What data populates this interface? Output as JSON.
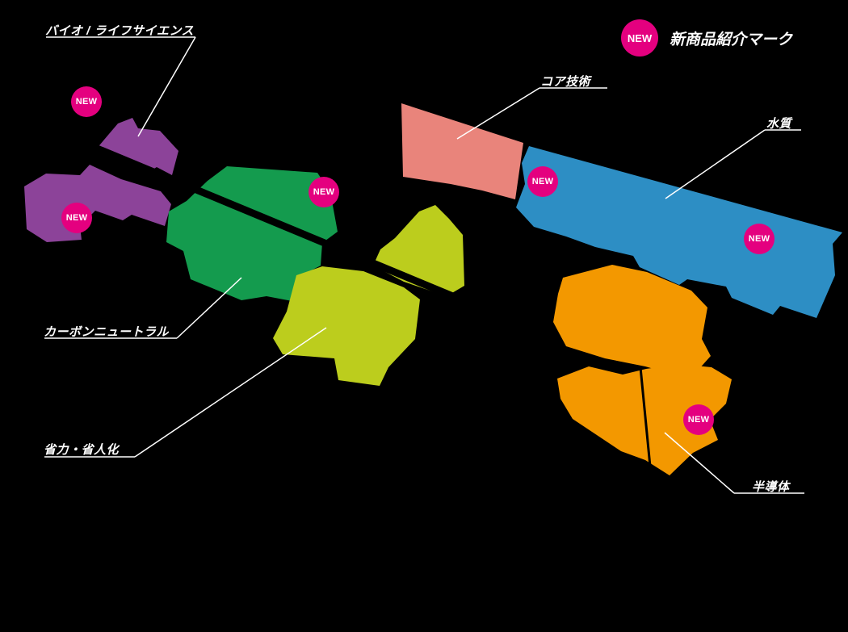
{
  "legend": {
    "badge_text": "NEW",
    "label": "新商品紹介マーク"
  },
  "new_badge_text": "NEW",
  "new_badge_zones": [
    "bio",
    "bio",
    "carbon",
    "water",
    "water",
    "semi"
  ],
  "colors": {
    "background": "#000000",
    "badge": "#e4007f",
    "leader_line": "#ffffff"
  },
  "zones": {
    "bio": {
      "label": "バイオ / ライフサイエンス",
      "color": "#8c4399"
    },
    "carbon": {
      "label": "カーボンニュートラル",
      "color": "#149b4e"
    },
    "labor": {
      "label": "省力・省人化",
      "color": "#bccd1d"
    },
    "core": {
      "label": "コア技術",
      "color": "#e9847b"
    },
    "water": {
      "label": "水質",
      "color": "#2d8ec4"
    },
    "semi": {
      "label": "半導体",
      "color": "#f39800"
    }
  }
}
